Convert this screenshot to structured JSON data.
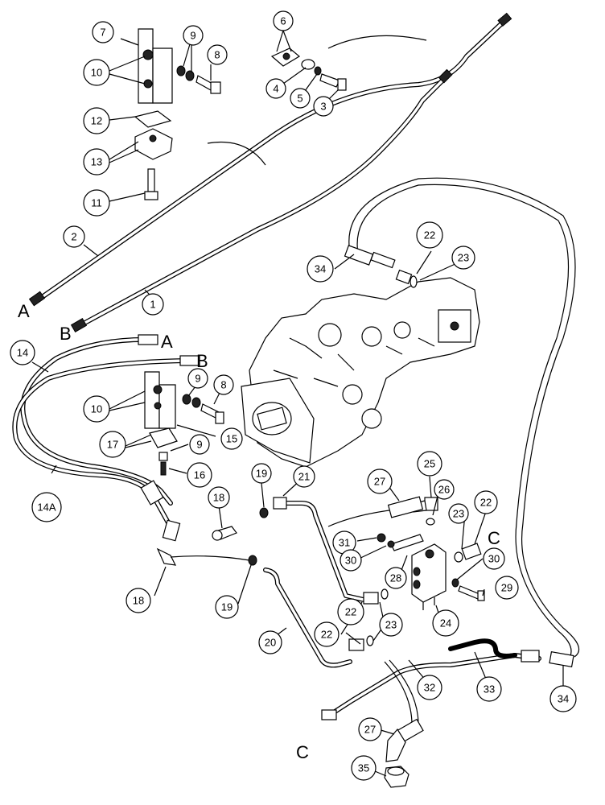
{
  "callouts": {
    "c1": "1",
    "c2": "2",
    "c3": "3",
    "c4": "4",
    "c5": "5",
    "c6": "6",
    "c7": "7",
    "c8a": "8",
    "c8b": "8",
    "c9a": "9",
    "c9b": "9",
    "c9c": "9",
    "c10a": "10",
    "c10b": "10",
    "c11": "11",
    "c12": "12",
    "c13": "13",
    "c14": "14",
    "c14a": "14A",
    "c15": "15",
    "c16": "16",
    "c17": "17",
    "c18a": "18",
    "c18b": "18",
    "c19a": "19",
    "c19b": "19",
    "c20": "20",
    "c21": "21",
    "c22a": "22",
    "c22b": "22",
    "c22c": "22",
    "c22d": "22",
    "c23a": "23",
    "c23b": "23",
    "c23c": "23",
    "c24": "24",
    "c25": "25",
    "c26": "26",
    "c27a": "27",
    "c27b": "27",
    "c28": "28",
    "c29": "29",
    "c30a": "30",
    "c30b": "30",
    "c31": "31",
    "c32": "32",
    "c33": "33",
    "c34a": "34",
    "c34b": "34",
    "c35": "35"
  },
  "letters": {
    "A_left": "A",
    "B_left": "B",
    "A_right": "A",
    "B_right": "B",
    "C_right": "C",
    "C_bottom": "C"
  }
}
